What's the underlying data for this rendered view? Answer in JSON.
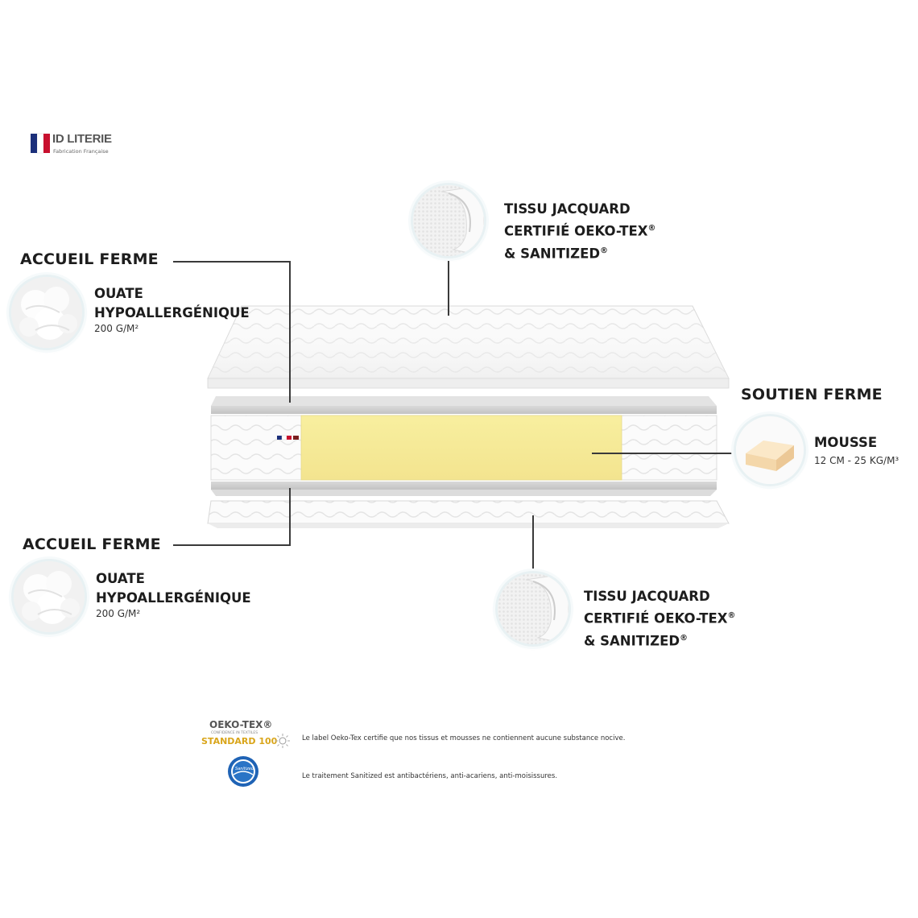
{
  "brand": {
    "name": "ID LITERIE",
    "tagline": "Fabrication Française"
  },
  "callouts": {
    "top_fabric": {
      "line1": "TISSU JACQUARD",
      "line2": "CERTIFIÉ OEKO-TEX",
      "line3": "& SANITIZED",
      "mark": "®"
    },
    "comfort_top": {
      "title": "ACCUEIL FERME",
      "name1": "OUATE",
      "name2": "HYPOALLERGÉNIQUE",
      "spec": "200 G/M²"
    },
    "support": {
      "title": "SOUTIEN FERME",
      "name": "MOUSSE",
      "spec": "12 CM - 25 KG/M³"
    },
    "comfort_bottom": {
      "title": "ACCUEIL FERME",
      "name1": "OUATE",
      "name2": "HYPOALLERGÉNIQUE",
      "spec": "200 G/M²"
    },
    "bottom_fabric": {
      "line1": "TISSU JACQUARD",
      "line2": "CERTIFIÉ OEKO-TEX",
      "line3": "& SANITIZED",
      "mark": "®"
    }
  },
  "footer": {
    "oeko_logo": "OEKO-TEX®",
    "oeko_sub": "CONFIDENCE IN TEXTILES",
    "oeko_standard": "STANDARD 100",
    "oeko_text": "Le label Oeko-Tex certifie que nos tissus et mousses ne contiennent aucune substance nocive.",
    "sanitized_logo": "Sanitized",
    "sanitized_text": "Le traitement Sanitized est antibactériens, anti-acariens, anti-moisissures."
  },
  "colors": {
    "foam_yellow": "#f6ea9c",
    "flag_blue": "#1b2f7a",
    "flag_red": "#c8102e",
    "oeko_gold": "#d9a51a"
  }
}
